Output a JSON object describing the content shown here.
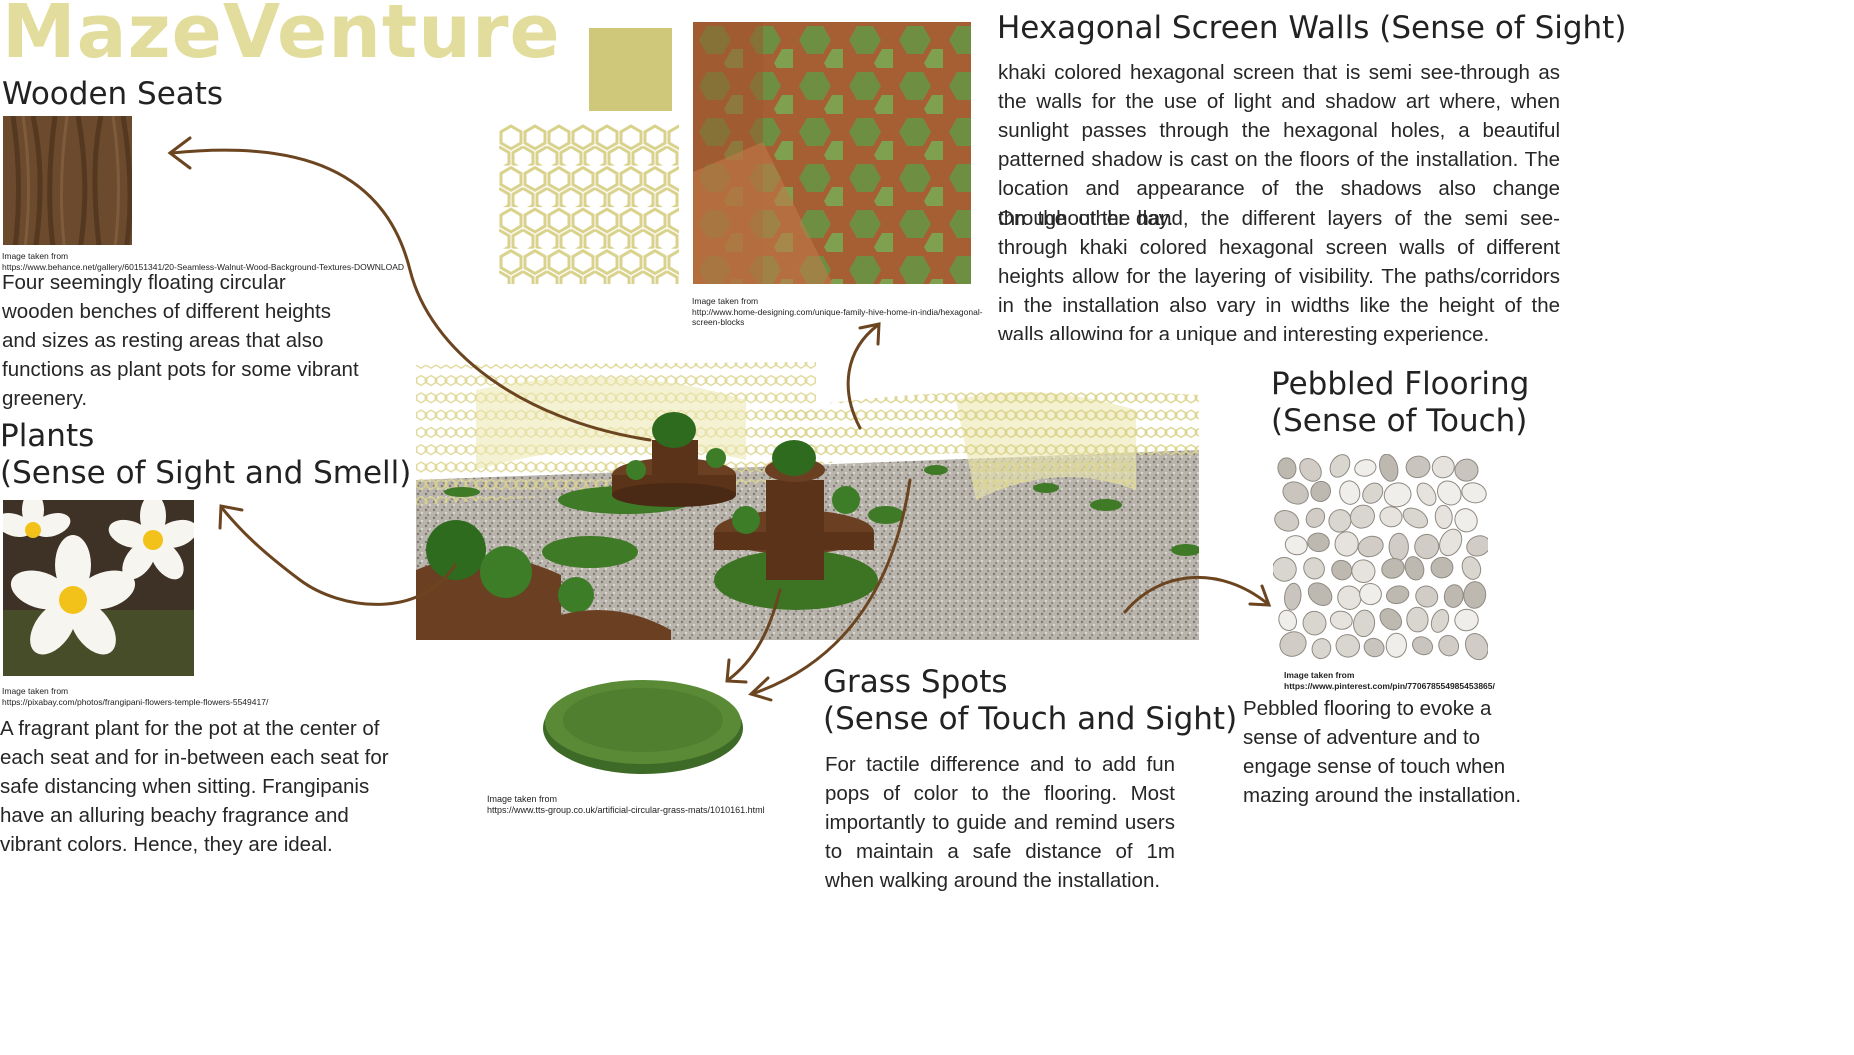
{
  "page": {
    "title": "MazeVenture",
    "title_color": "#e2dd9c",
    "khaki_swatch_color": "#cfc77a",
    "arrow_color": "#6b4420"
  },
  "wooden_seats": {
    "heading": "Wooden Seats",
    "credit_line1": "Image taken from",
    "credit_line2": "https://www.behance.net/gallery/60151341/20-Seamless-Walnut-Wood-Background-Textures-DOWNLOAD",
    "description": "Four seemingly floating circular wooden benches of different heights and sizes as resting areas that also functions as plant pots for some vibrant greenery."
  },
  "hexagonal_walls": {
    "heading": "Hexagonal Screen Walls (Sense of Sight)",
    "paragraph1": "khaki colored hexagonal screen that is semi see-through as the walls for the use of light and shadow art where, when sunlight passes through the hexagonal holes, a beautiful patterned shadow is cast on the floors of the installation. The location and appearance of the shadows also change throughout the day.",
    "paragraph2": "On the other hand, the different layers of the semi see-through khaki colored hexagonal screen walls of different heights allow for the layering of visibility. The paths/corridors in the installation also vary in widths like the height of the walls allowing for a unique and interesting experience.",
    "credit_line1": "Image taken from",
    "credit_line2": "http://www.home-designing.com/unique-family-hive-home-in-india/hexagonal-screen-blocks"
  },
  "plants": {
    "heading_line1": "Plants",
    "heading_line2": "(Sense of Sight and Smell)",
    "credit_line1": "Image taken from",
    "credit_line2": "https://pixabay.com/photos/frangipani-flowers-temple-flowers-5549417/",
    "description": "A fragrant plant for the pot at the center of each seat and for in-between each seat for safe distancing when sitting. Frangipanis have an alluring beachy fragrance and vibrant colors. Hence, they are ideal."
  },
  "pebbled_flooring": {
    "heading_line1": "Pebbled Flooring",
    "heading_line2": "(Sense of Touch)",
    "credit": "Image taken from https://www.pinterest.com/pin/770678554985453865/",
    "description": "Pebbled flooring to evoke a sense of adventure and to engage sense of touch when mazing around the installation."
  },
  "grass_spots": {
    "heading_line1": "Grass Spots",
    "heading_line2": "(Sense of Touch and Sight)",
    "credit_line1": "Image taken from",
    "credit_line2": "https://www.tts-group.co.uk/artificial-circular-grass-mats/1010161.html",
    "description": "For tactile difference and to add fun pops of color to the flooring. Most importantly to guide and remind users to maintain a safe distance of 1m when walking around the installation."
  }
}
